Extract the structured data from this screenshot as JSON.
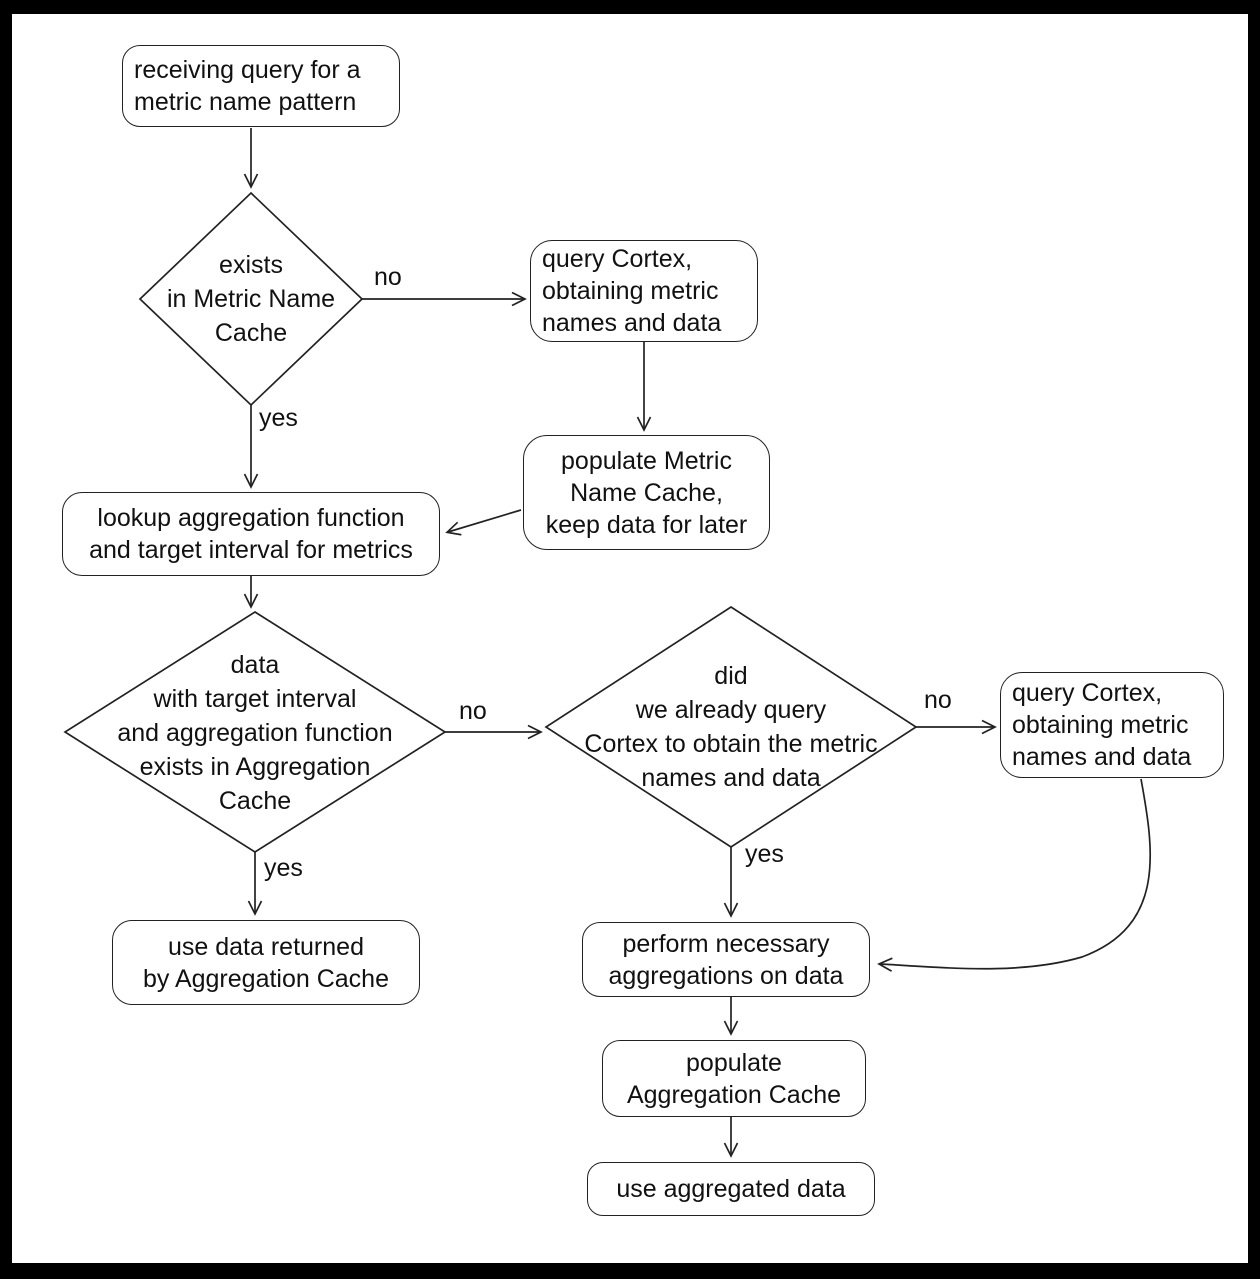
{
  "diagram": {
    "nodes": {
      "receive_query": {
        "label": "receiving query for a\nmetric name pattern"
      },
      "exists_in_metric_name_cache": {
        "label": "exists\nin Metric Name\nCache"
      },
      "query_cortex_top": {
        "label": "query Cortex,\nobtaining metric\nnames and data"
      },
      "populate_metric_name_cache": {
        "label": "populate Metric\nName Cache,\nkeep data for later"
      },
      "lookup_aggregation": {
        "label": "lookup aggregation function\nand target interval for metrics"
      },
      "data_exists_in_aggregation_cache": {
        "label": "data\nwith target interval\nand aggregation function\nexists in Aggregation\nCache"
      },
      "already_queried_cortex": {
        "label": "did\nwe already query\nCortex to obtain the metric\nnames and data"
      },
      "query_cortex_right": {
        "label": "query Cortex,\nobtaining metric\nnames and data"
      },
      "use_aggregation_cache_data": {
        "label": "use data returned\nby Aggregation Cache"
      },
      "perform_aggregations": {
        "label": "perform necessary\naggregations on data"
      },
      "populate_aggregation_cache": {
        "label": "populate\nAggregation Cache"
      },
      "use_aggregated_data": {
        "label": "use aggregated data"
      }
    },
    "edge_labels": {
      "metric_cache_no": "no",
      "metric_cache_yes": "yes",
      "agg_cache_no": "no",
      "agg_cache_yes": "yes",
      "already_queried_no": "no",
      "already_queried_yes": "yes"
    },
    "colors": {
      "stroke": "#222222",
      "node_fill": "#ffffff",
      "frame": "#000000",
      "background": "#ffffff"
    }
  }
}
